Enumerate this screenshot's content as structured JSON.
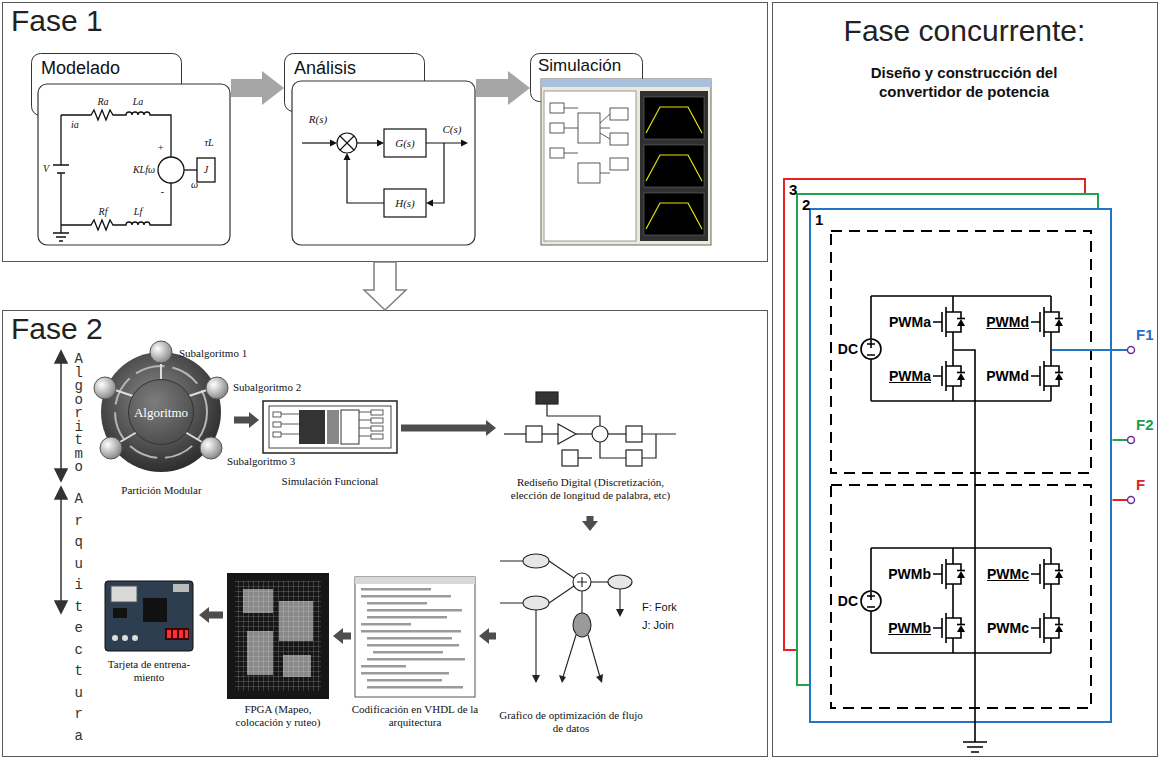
{
  "diagram": {
    "nodes": [
      {
        "text": [
          "Fase 1"
        ]
      },
      {
        "text": [
          "Modelado"
        ],
        "in": 0
      },
      {
        "text": [
          "Análisis"
        ],
        "in": 0
      },
      {
        "text": [
          "Simulación"
        ],
        "in": 0
      },
      {
        "text": [
          "Fase 2"
        ]
      },
      {
        "text": [
          "Partición Modular"
        ],
        "in": 4
      },
      {
        "text": [
          "Algoritmo"
        ],
        "in": 5
      },
      {
        "text": [
          "Simulación Funcional"
        ],
        "in": 4
      },
      {
        "text": [
          "Rediseño Digital (Discretización, elección de longitud de palabra, etc)"
        ],
        "in": 4
      },
      {
        "text": [
          "Grafico de optimización de flujo de datos"
        ],
        "in": 4
      },
      {
        "text": [
          "Codificación en VHDL de la arquitectura"
        ],
        "in": 4
      },
      {
        "text": [
          "FPGA (Mapeo, colocación y ruteo)"
        ],
        "in": 4
      },
      {
        "text": [
          "Tarjeta de entrena- miento"
        ],
        "in": 4
      },
      {
        "text": [
          "Fase concurrente:",
          "Diseño y construcción del convertidor de potencia"
        ]
      },
      {
        "text": [
          "3"
        ],
        "in": 13
      },
      {
        "text": [
          "2"
        ],
        "in": 13
      },
      {
        "text": [
          "1"
        ],
        "in": 13
      }
    ],
    "edges": [
      {
        "from": 1,
        "to": 2,
        "arrow": "to"
      },
      {
        "from": 2,
        "to": 3,
        "arrow": "to"
      },
      {
        "from": 0,
        "to": 4,
        "arrow": "to"
      },
      {
        "from": 5,
        "to": 7,
        "arrow": "to"
      },
      {
        "from": 7,
        "to": 8,
        "arrow": "to"
      },
      {
        "from": 8,
        "to": 9,
        "arrow": "to"
      },
      {
        "from": 9,
        "to": 10,
        "arrow": "to"
      },
      {
        "from": 10,
        "to": 11,
        "arrow": "to"
      },
      {
        "from": 11,
        "to": 12,
        "arrow": "to"
      }
    ],
    "labels": [
      "Ra",
      "La",
      "ia",
      "V",
      "+",
      "KLfω",
      "-",
      "J",
      "τL",
      "ω",
      "Rf",
      "Lf",
      "R(s)",
      "G(s)",
      "C(s)",
      "H(s)",
      "Subalgoritmo 1",
      "Subalgoritmo 2",
      "Subalgoritmo 3",
      "Algoritmo",
      "Arquitectura",
      "F: Fork",
      "J: Join",
      "DC",
      "PWMa",
      "PWMd",
      "PWMa",
      "PWMd",
      "DC",
      "PWMb",
      "PWMc",
      "PWMb",
      "PWMc",
      "F1",
      "F2",
      "F"
    ]
  }
}
